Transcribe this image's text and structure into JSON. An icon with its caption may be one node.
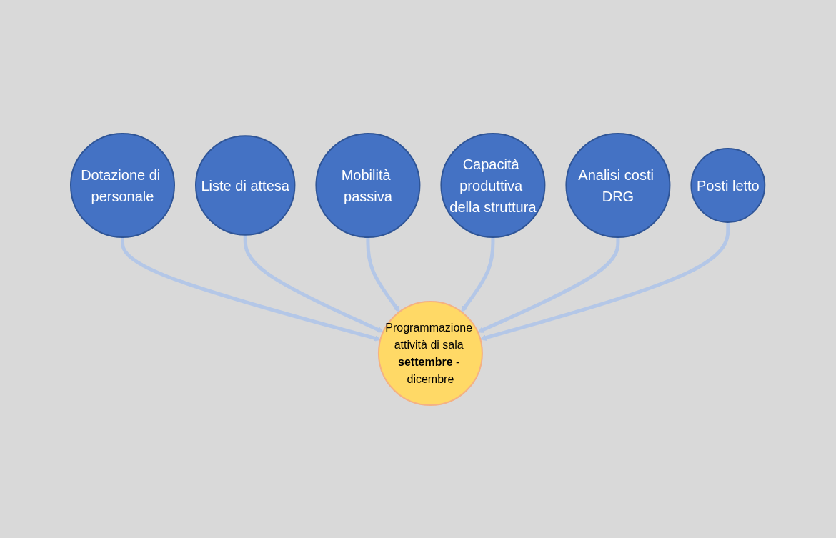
{
  "diagram": {
    "nodes": [
      {
        "text": [
          "Dotazione di personale"
        ]
      },
      {
        "text": [
          "Posti letto"
        ]
      },
      {
        "text": [
          "Liste di attesa"
        ]
      },
      {
        "text": [
          "Programmazione attività di sala **settembre** - dicembre"
        ]
      },
      {
        "text": [
          "Analisi costi DRG"
        ]
      },
      {
        "text": [
          "Mobilità passiva"
        ]
      },
      {
        "text": [
          "Capacità produttiva della struttura"
        ]
      }
    ],
    "edges": [
      {
        "from": 0,
        "to": 3,
        "arrow": "to"
      },
      {
        "from": 2,
        "to": 3,
        "arrow": "to"
      },
      {
        "from": 5,
        "to": 3,
        "arrow": "to"
      },
      {
        "from": 6,
        "to": 3,
        "arrow": "to"
      },
      {
        "from": 4,
        "to": 3,
        "arrow": "to"
      },
      {
        "from": 1,
        "to": 3,
        "arrow": "to"
      }
    ]
  }
}
